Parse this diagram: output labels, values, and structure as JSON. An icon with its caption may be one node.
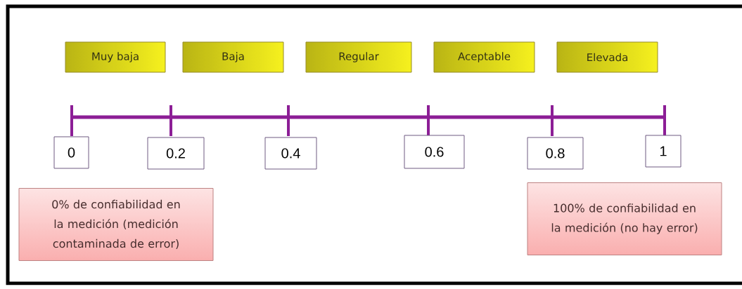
{
  "diagram": {
    "nodes": [
      {
        "text": [
          "Muy baja"
        ]
      },
      {
        "text": [
          "Baja"
        ]
      },
      {
        "text": [
          "Regular"
        ]
      },
      {
        "text": [
          "Aceptable"
        ]
      },
      {
        "text": [
          "Elevada"
        ]
      },
      {
        "text": [
          "0"
        ]
      },
      {
        "text": [
          "0.2"
        ]
      },
      {
        "text": [
          "0.4"
        ]
      },
      {
        "text": [
          "0.6"
        ]
      },
      {
        "text": [
          "0.8"
        ]
      },
      {
        "text": [
          "1"
        ]
      },
      {
        "text": [
          "0% de confiabilidad en la medición (medición contaminada de error)"
        ]
      },
      {
        "text": [
          "100% de confiabilidad en la medición (no hay error)"
        ]
      }
    ]
  }
}
